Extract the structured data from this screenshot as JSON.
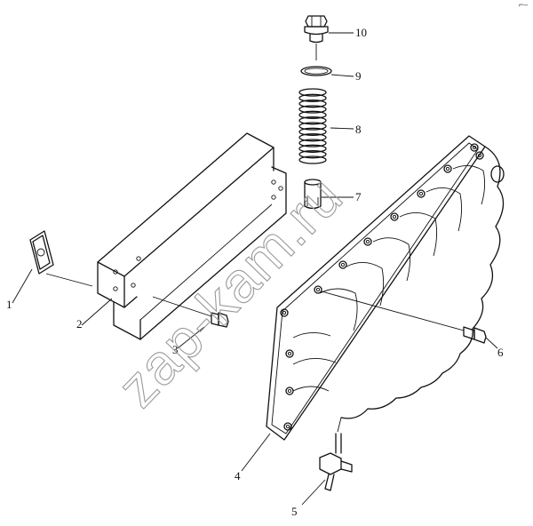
{
  "watermark": "zap-kam.ru",
  "corner_mark": "⌐–",
  "callouts": [
    {
      "id": "1",
      "text": "1"
    },
    {
      "id": "2",
      "text": "2"
    },
    {
      "id": "3",
      "text": "3"
    },
    {
      "id": "4",
      "text": "4"
    },
    {
      "id": "5",
      "text": "5"
    },
    {
      "id": "6",
      "text": "6"
    },
    {
      "id": "7",
      "text": "7"
    },
    {
      "id": "8",
      "text": "8"
    },
    {
      "id": "9",
      "text": "9"
    },
    {
      "id": "10",
      "text": "10"
    }
  ]
}
